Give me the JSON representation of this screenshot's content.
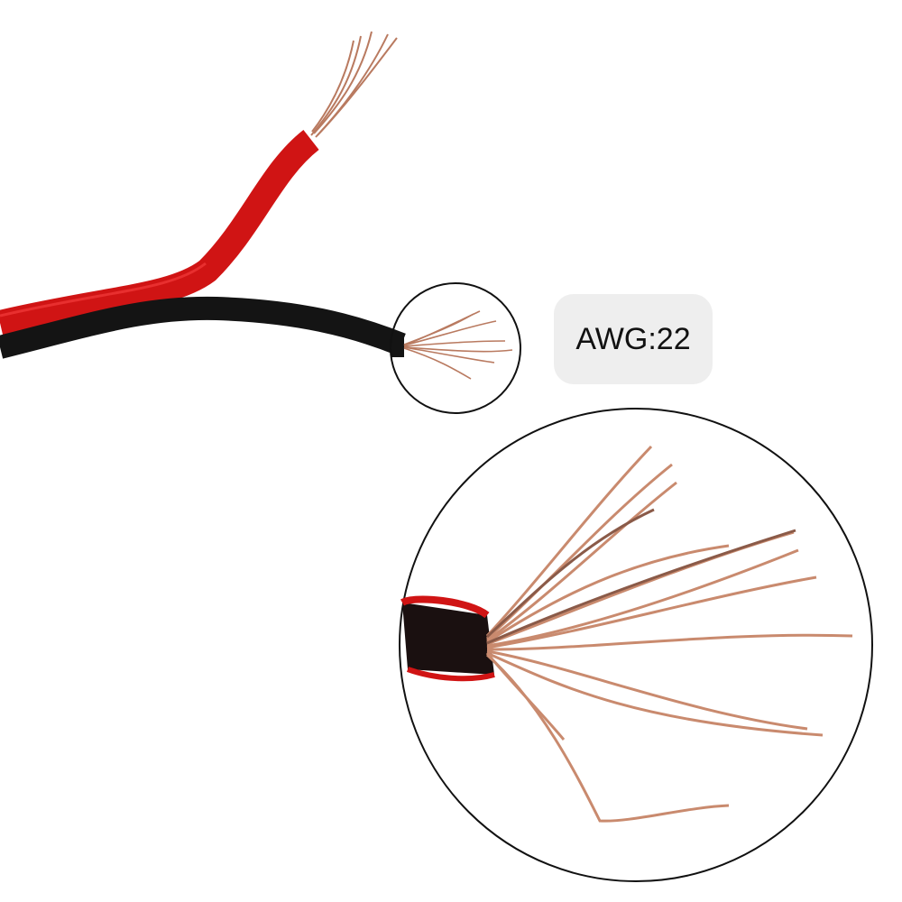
{
  "product": {
    "label": "AWG:22"
  },
  "colors": {
    "red_insulation": "#d01414",
    "black_insulation": "#141414",
    "copper": "#c98a6e",
    "copper_dark": "#8a5a48",
    "circle_outline": "#111111",
    "label_bg": "#eeeeee"
  },
  "icons": [
    "magnifier-circle-small",
    "magnifier-circle-large"
  ]
}
